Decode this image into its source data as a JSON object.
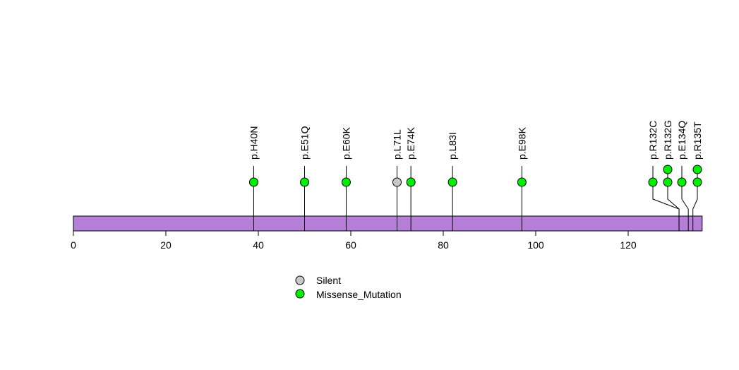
{
  "chart_data": {
    "type": "lollipop",
    "title": "",
    "xlabel": "",
    "ylabel": "",
    "xlim": [
      0,
      136
    ],
    "x_ticks": [
      0,
      20,
      40,
      60,
      80,
      100,
      120
    ],
    "x_tick_labels": [
      "0",
      "20",
      "40",
      "60",
      "80",
      "100",
      "120"
    ],
    "colors": {
      "protein_bar": "#b57fd8",
      "Silent": "#c8c8c8",
      "Missense_Mutation": "#00ee00"
    },
    "mutations": [
      {
        "label": "p.H40N",
        "position": 39,
        "type": "Missense_Mutation",
        "count": 1
      },
      {
        "label": "p.E51Q",
        "position": 50,
        "type": "Missense_Mutation",
        "count": 1
      },
      {
        "label": "p.E60K",
        "position": 59,
        "type": "Missense_Mutation",
        "count": 1
      },
      {
        "label": "p.L71L",
        "position": 70,
        "type": "Silent",
        "count": 1
      },
      {
        "label": "p.E74K",
        "position": 73,
        "type": "Missense_Mutation",
        "count": 1
      },
      {
        "label": "p.L83I",
        "position": 82,
        "type": "Missense_Mutation",
        "count": 1
      },
      {
        "label": "p.E98K",
        "position": 97,
        "type": "Missense_Mutation",
        "count": 1
      },
      {
        "label": "p.R132C",
        "position": 131,
        "type": "Missense_Mutation",
        "count": 1
      },
      {
        "label": "p.R132G",
        "position": 131,
        "type": "Missense_Mutation",
        "count": 2
      },
      {
        "label": "p.E134Q",
        "position": 133,
        "type": "Missense_Mutation",
        "count": 1
      },
      {
        "label": "p.R135T",
        "position": 134,
        "type": "Missense_Mutation",
        "count": 2
      }
    ],
    "legend": {
      "placement": "bottom-center",
      "entries": [
        "Silent",
        "Missense_Mutation"
      ]
    }
  }
}
